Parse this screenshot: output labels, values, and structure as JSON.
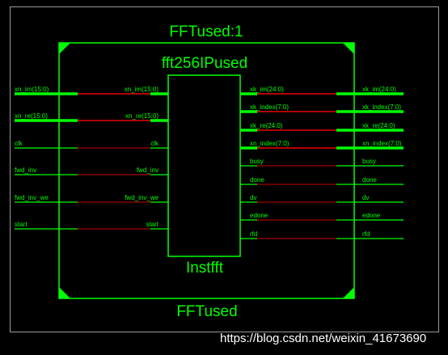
{
  "outer_block": {
    "title": "FFTused:1",
    "name": "FFTused"
  },
  "inner_block": {
    "title": "fft256IPused",
    "name": "Instfft"
  },
  "inputs": [
    {
      "outer": "xn_im(15:0)",
      "inner": "xn_im(15:0)",
      "bus": true
    },
    {
      "outer": "xn_re(15:0)",
      "inner": "xn_re(15:0)",
      "bus": true
    },
    {
      "outer": "clk",
      "inner": "clk",
      "bus": false
    },
    {
      "outer": "fwd_inv",
      "inner": "fwd_inv",
      "bus": false
    },
    {
      "outer": "fwd_inv_we",
      "inner": "fwd_inv_we",
      "bus": false
    },
    {
      "outer": "start",
      "inner": "start",
      "bus": false
    }
  ],
  "outputs": [
    {
      "inner": "xk_im(24:0)",
      "outer": "xk_im(24:0)",
      "bus": true
    },
    {
      "inner": "xk_index(7:0)",
      "outer": "xk_index(7:0)",
      "bus": true
    },
    {
      "inner": "xk_re(24:0)",
      "outer": "xk_re(24:0)",
      "bus": true
    },
    {
      "inner": "xn_index(7:0)",
      "outer": "xn_index(7:0)",
      "bus": true
    },
    {
      "inner": "busy",
      "outer": "busy",
      "bus": false
    },
    {
      "inner": "done",
      "outer": "done",
      "bus": false
    },
    {
      "inner": "dv",
      "outer": "dv",
      "bus": false
    },
    {
      "inner": "edone",
      "outer": "edone",
      "bus": false
    },
    {
      "inner": "rfd",
      "outer": "rfd",
      "bus": false
    }
  ],
  "colors": {
    "symbol": "#00ff00",
    "wire": "#cc0000",
    "background": "#000000",
    "frame": "#9a9a9a"
  },
  "watermark": "https://blog.csdn.net/weixin_41673690"
}
